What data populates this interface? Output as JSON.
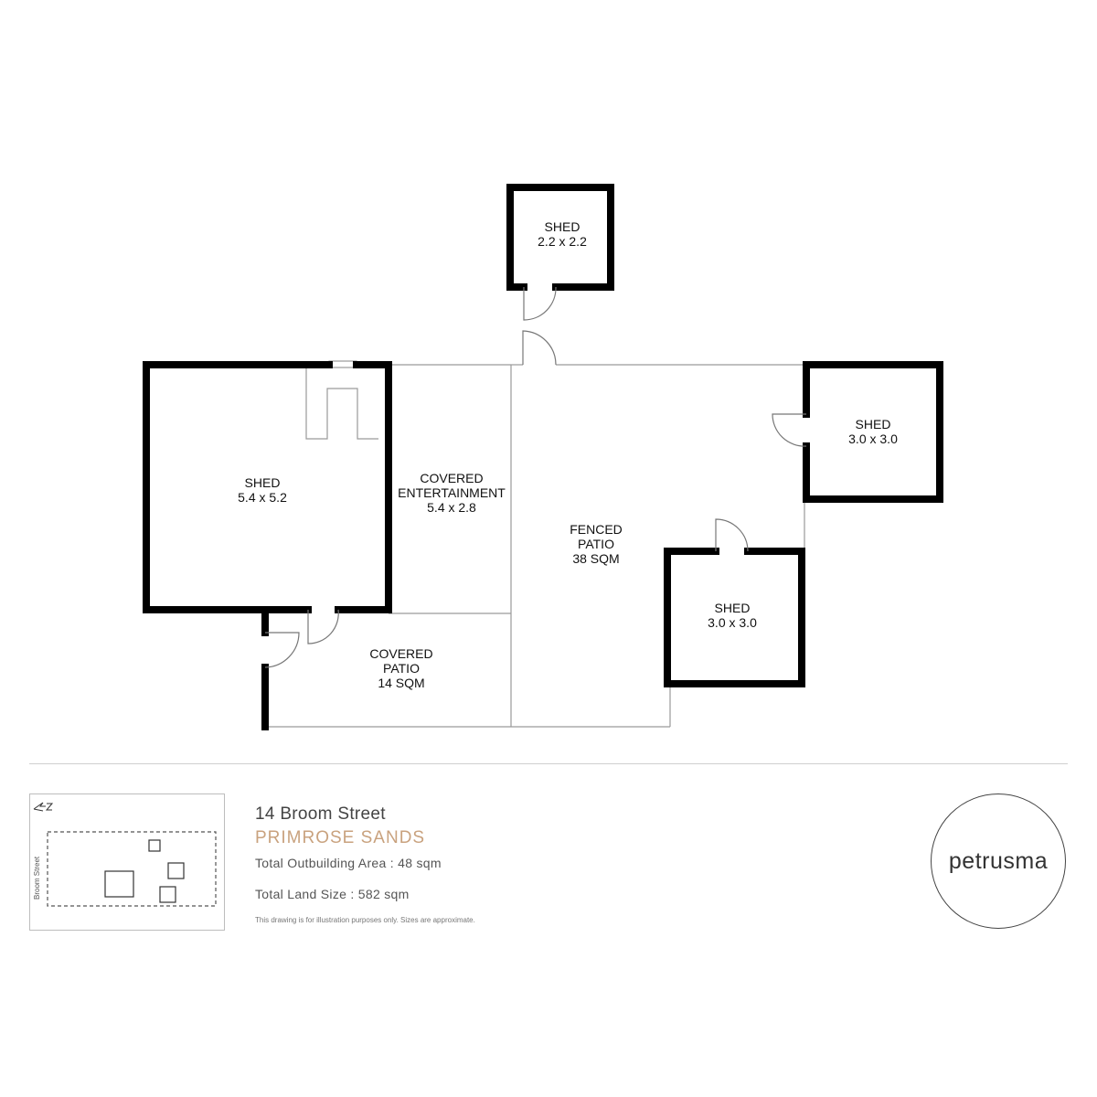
{
  "rooms": {
    "shed_large": {
      "name": "SHED",
      "size": "5.4 x 5.2"
    },
    "covered_entertainment": {
      "name1": "COVERED",
      "name2": "ENTERTAINMENT",
      "size": "5.4 x 2.8"
    },
    "covered_patio": {
      "name1": "COVERED",
      "name2": "PATIO",
      "size": "14 SQM"
    },
    "fenced_patio": {
      "name1": "FENCED",
      "name2": "PATIO",
      "size": "38 SQM"
    },
    "shed_top": {
      "name": "SHED",
      "size": "2.2 x 2.2"
    },
    "shed_right": {
      "name": "SHED",
      "size": "3.0 x 3.0"
    },
    "shed_lower": {
      "name": "SHED",
      "size": "3.0 x 3.0"
    }
  },
  "site_plan": {
    "street_label": "Broom Street",
    "north_icon": "north-arrow-icon"
  },
  "info": {
    "address": "14 Broom Street",
    "suburb": "PRIMROSE SANDS",
    "outbuilding_area": "Total Outbuilding Area : 48 sqm",
    "land_size": "Total Land Size : 582 sqm",
    "disclaimer": "This drawing is for illustration purposes only. Sizes are approximate."
  },
  "brand": {
    "logo_text": "petrusma",
    "suburb_color": "#c9a27e"
  }
}
